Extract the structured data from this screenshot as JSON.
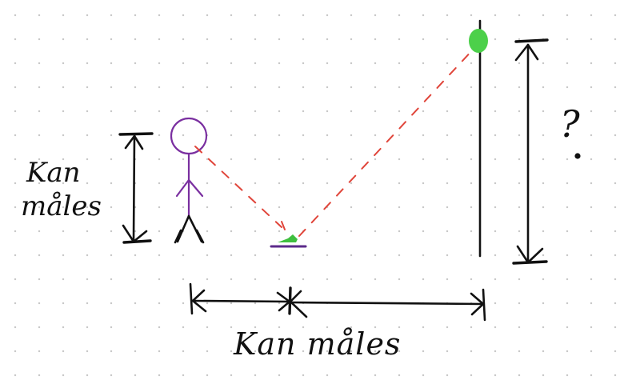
{
  "labels": {
    "person_height": [
      "Kan",
      "måles"
    ],
    "ground_distance": "Kan måles",
    "unknown_height": "?"
  },
  "colors": {
    "ink": "#111111",
    "person": "#7a2fa0",
    "mirror": "#5b2a8a",
    "light_ray": "#e0453a",
    "top_of_pole": "#4cd04a",
    "grid_dots": "#c9c9c9"
  }
}
